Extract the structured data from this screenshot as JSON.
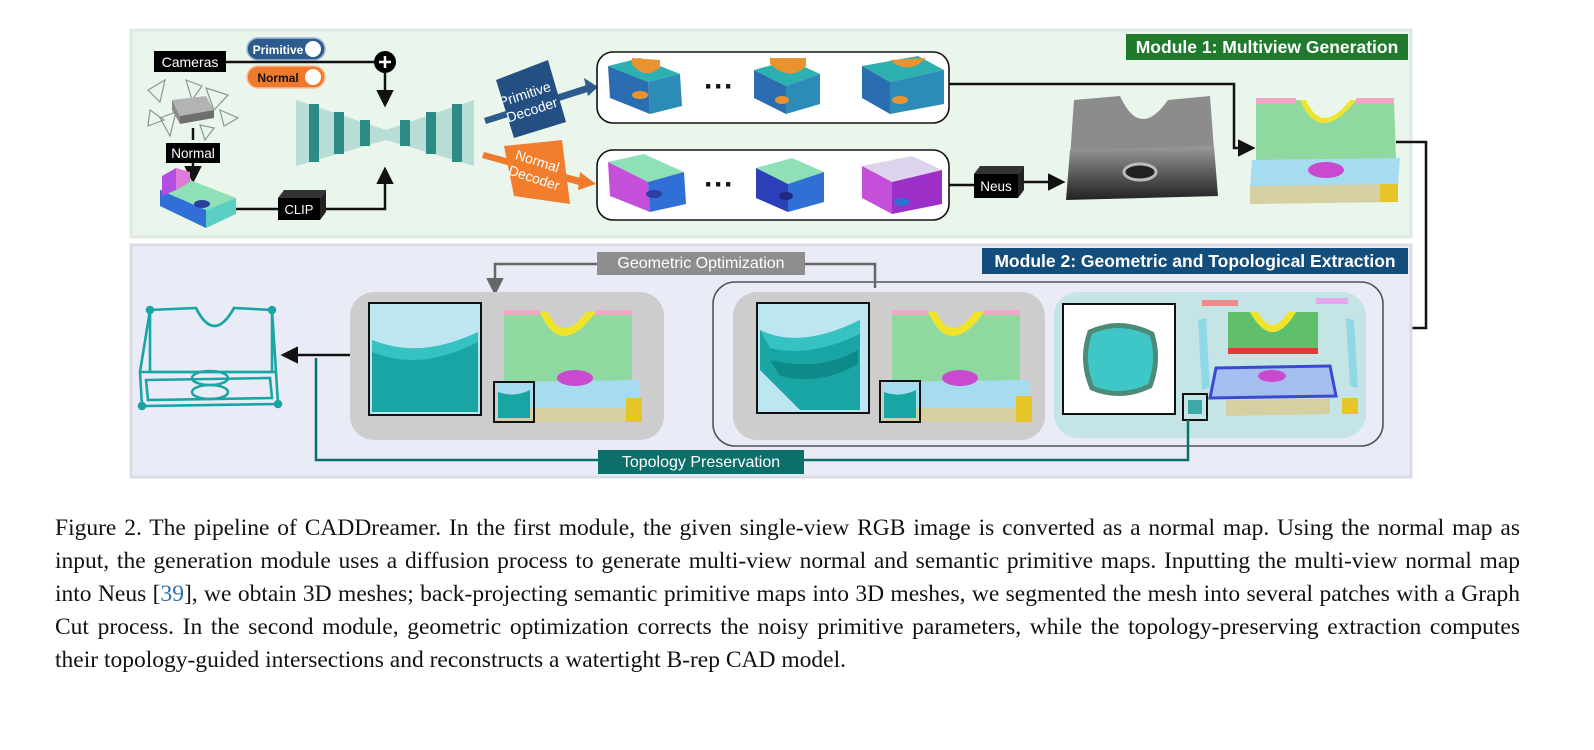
{
  "figure": {
    "module1_title": "Module 1: Multiview Generation",
    "module2_title": "Module 2: Geometric and Topological Extraction",
    "cameras_label": "Cameras",
    "primitive_toggle": "Primitive",
    "normal_toggle": "Normal",
    "normal_label": "Normal",
    "clip_label": "CLIP",
    "primitive_decoder": "Primitive Decoder",
    "primitive_decoder_lines": [
      "Primitive",
      "Decoder"
    ],
    "normal_decoder_lines": [
      "Normal",
      "Decoder"
    ],
    "ellipsis": "···",
    "neus_label": "Neus",
    "geo_opt_label": "Geometric Optimization",
    "topo_label": "Topology Preservation",
    "colors": {
      "module1_bg": "#eaf5ec",
      "module2_bg": "#e9ecf6",
      "module1_tag": "#1f7a2d",
      "module2_tag": "#124d7c",
      "primitive": "#2d5b8e",
      "normal": "#ef7a2e",
      "teal": "#0d6f6a",
      "unet": "#2d8b86"
    }
  },
  "caption": {
    "part1": "Figure 2.  The pipeline of CADDreamer.  In the first module, the given single-view RGB image is converted as a normal map.  Using the normal map as input, the generation module uses a diffusion process to generate multi-view normal and semantic primitive maps. Inputting the multi-view normal map into Neus [",
    "ref": "39",
    "part2": "], we obtain 3D meshes; back-projecting semantic primitive maps into 3D meshes, we segmented the mesh into several patches with a Graph Cut process.  In the second module, geometric optimization corrects the noisy primitive parameters, while the topology-preserving extraction computes their topology-guided intersections and reconstructs a watertight B-rep CAD model."
  }
}
